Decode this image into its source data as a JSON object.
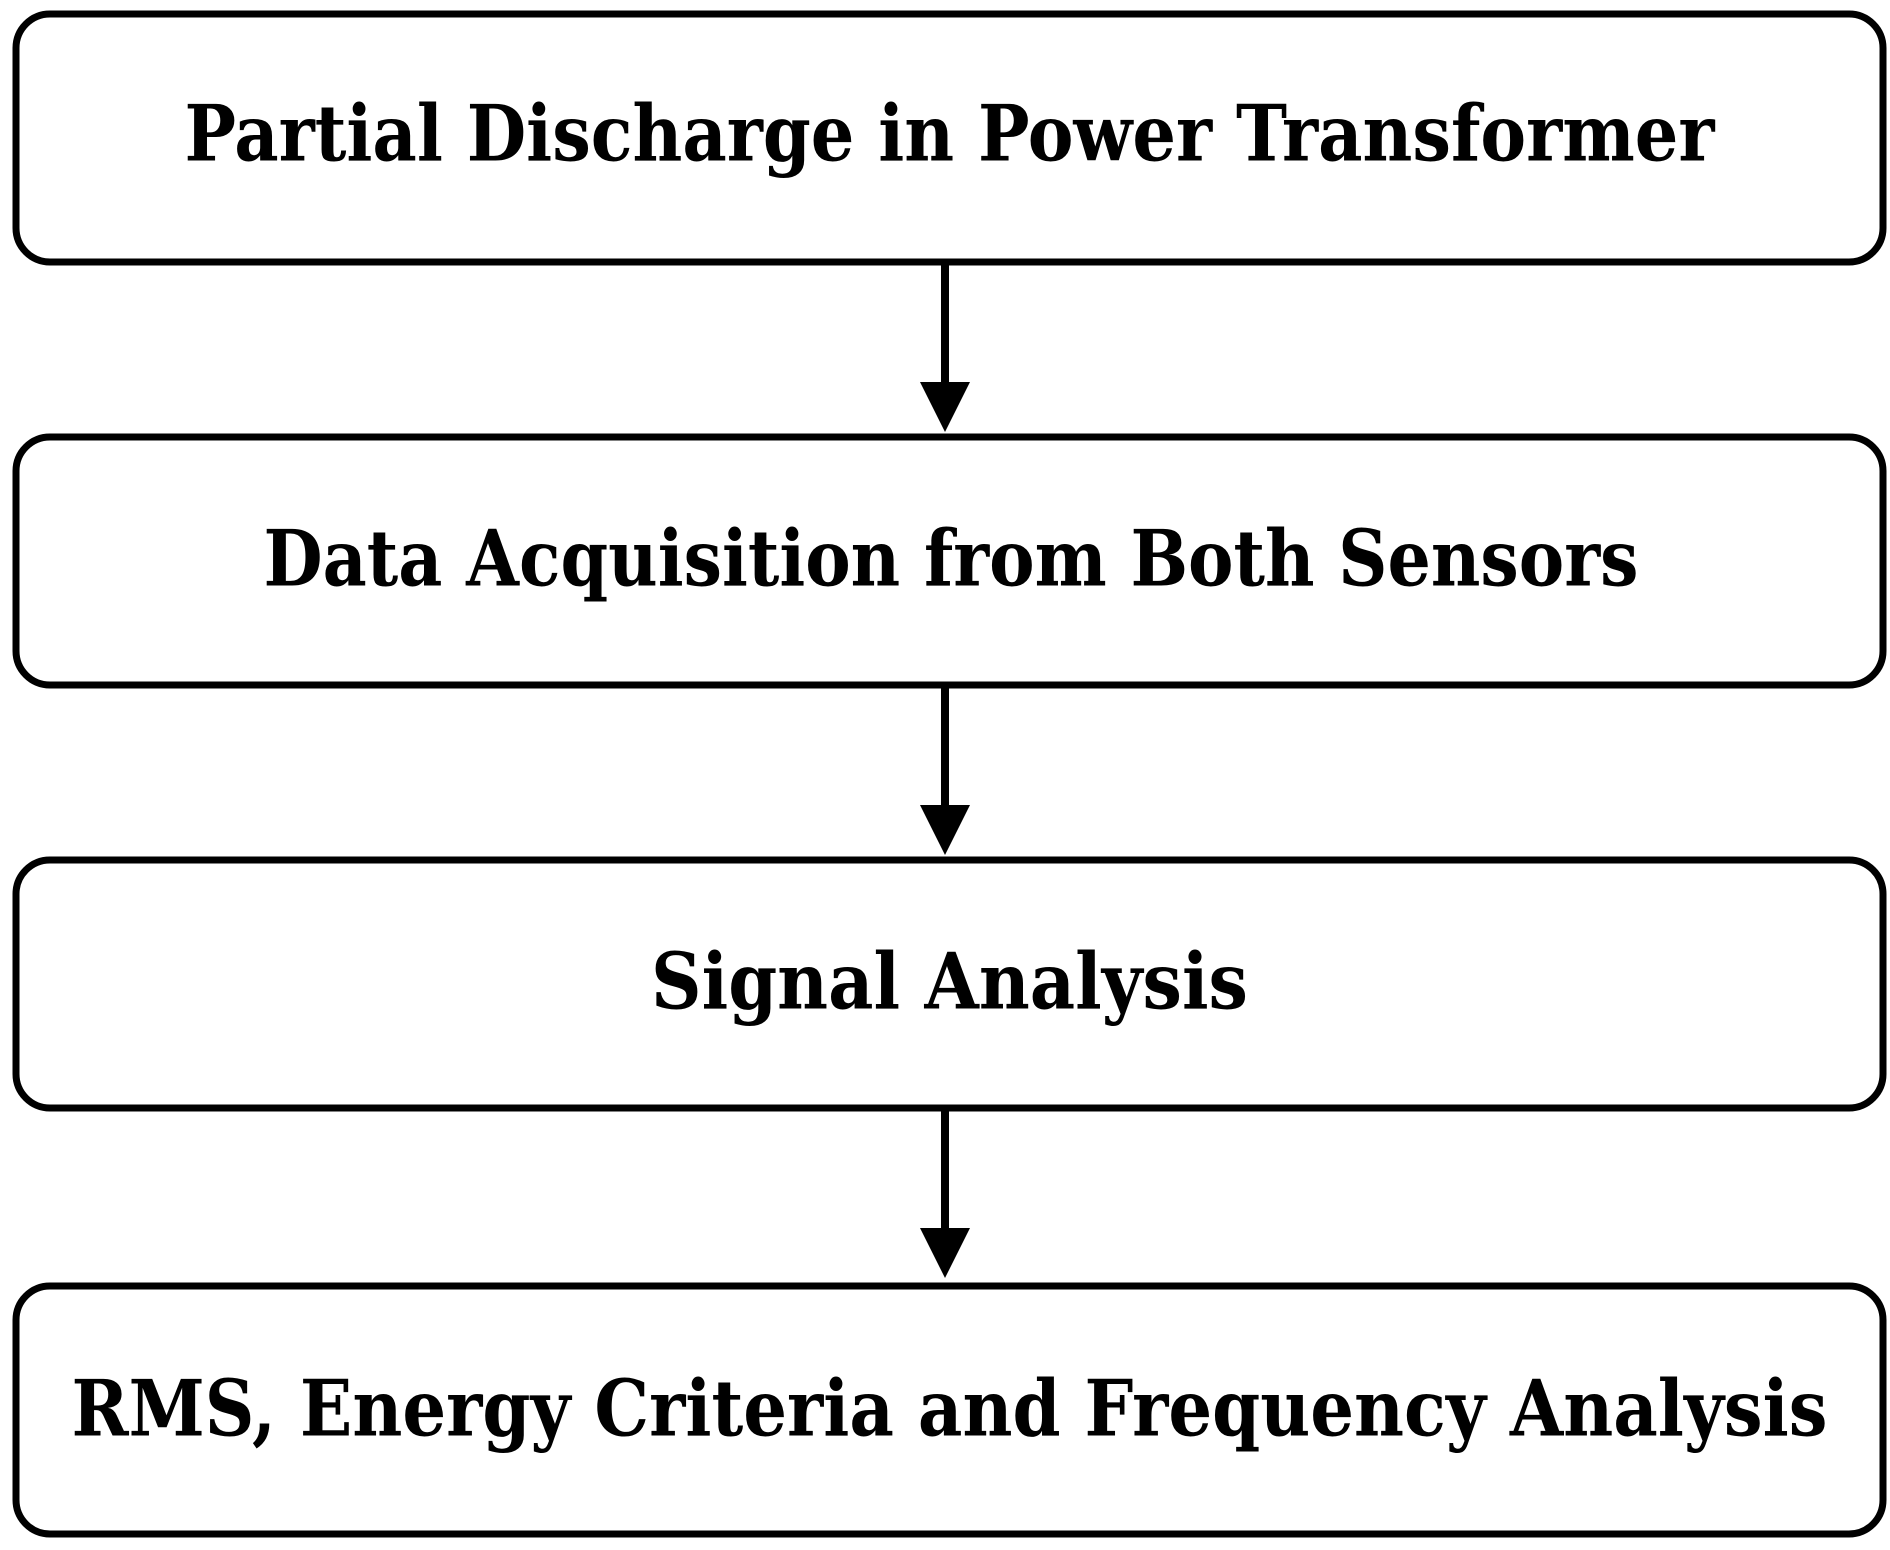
{
  "diagram": {
    "steps": [
      {
        "label": "Partial Discharge in Power Transformer"
      },
      {
        "label": "Data Acquisition from Both Sensors"
      },
      {
        "label": "Signal Analysis"
      },
      {
        "label": "RMS, Energy Criteria and Frequency Analysis"
      }
    ],
    "connections": [
      {
        "from": "Partial Discharge in Power Transformer",
        "to": "Data Acquisition from Both Sensors"
      },
      {
        "from": "Data Acquisition from Both Sensors",
        "to": "Signal Analysis"
      },
      {
        "from": "Signal Analysis",
        "to": "RMS, Energy Criteria and Frequency Analysis"
      }
    ],
    "colors": {
      "stroke": "#000000",
      "fill": "#ffffff",
      "text": "#000000"
    }
  }
}
